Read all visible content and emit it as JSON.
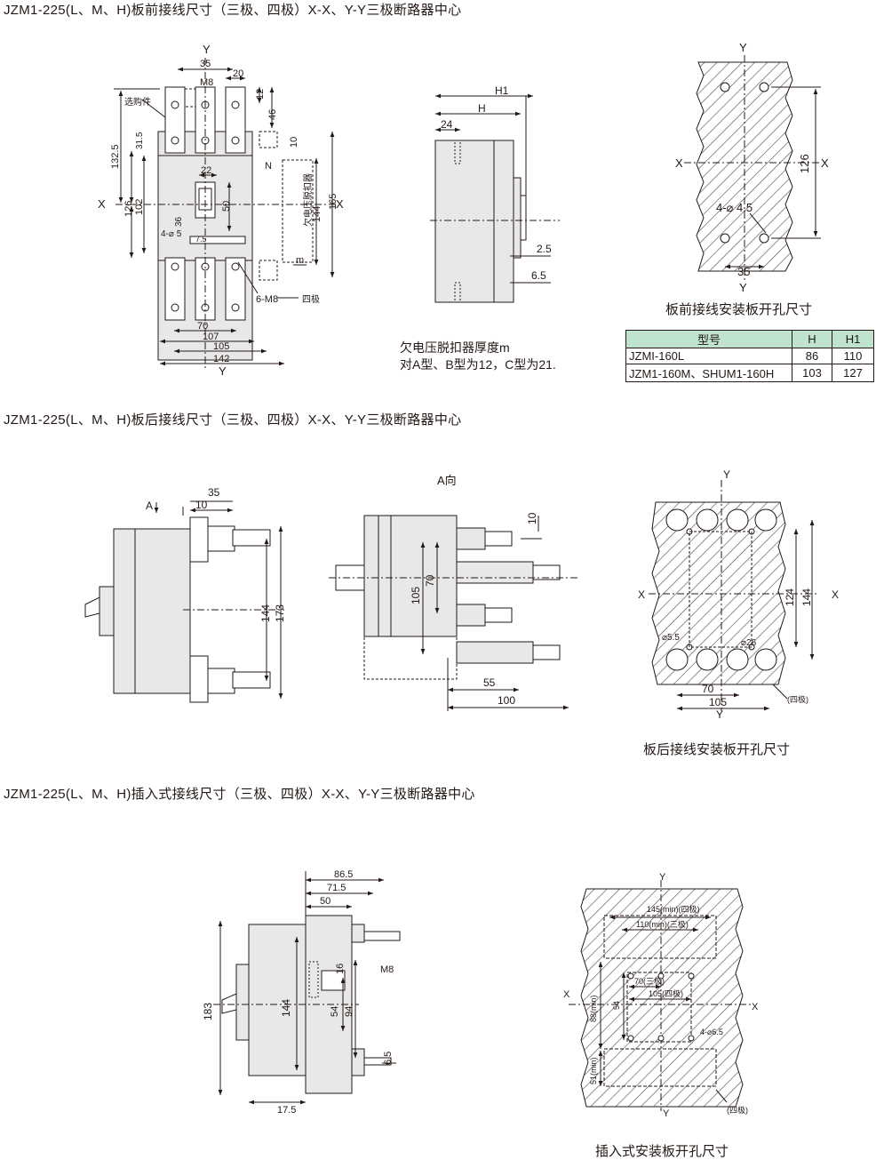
{
  "sections": [
    {
      "title": "JZM1-225(L、M、H)板前接线尺寸（三极、四极）X-X、Y-Y三极断路器中心"
    },
    {
      "title": "JZM1-225(L、M、H)板后接线尺寸（三极、四极）X-X、Y-Y三极断路器中心"
    },
    {
      "title": "JZM1-225(L、M、H)插入式接线尺寸（三极、四极）X-X、Y-Y三极断路器中心"
    }
  ],
  "captions": {
    "front_panel": "板前接线安装板开孔尺寸",
    "rear_panel": "板后接线安装板开孔尺寸",
    "plugin_panel": "插入式安装板开孔尺寸"
  },
  "note": {
    "line1": "欠电压脱扣器厚度m",
    "line2": "对A型、B型为12，C型为21."
  },
  "table": {
    "headers": [
      "型号",
      "H",
      "H1"
    ],
    "rows": [
      [
        "JZMI-160L",
        "86",
        "110"
      ],
      [
        "JZM1-160M、SHUM1-160H",
        "103",
        "127"
      ]
    ]
  },
  "labels": {
    "front": {
      "y": "Y",
      "x": "X",
      "n": "N",
      "d35": "35",
      "d20": "20",
      "m8": "M8",
      "d12": "12",
      "d46": "46",
      "d10": "10",
      "xuan": "选购件",
      "d1325": "132.5",
      "d315": "31.5",
      "d22": "22",
      "d50": "50",
      "d126": "126",
      "d102": "102",
      "d36": "36",
      "d4phi": "4-⌀ 5",
      "d75": "7.5",
      "d144": "144",
      "d165": "165",
      "d6m8": "6-M8",
      "siji": "四极",
      "m": "m",
      "qdy": "欠电压脱扣器",
      "d70": "70",
      "d107": "107",
      "d105": "105",
      "d142": "142"
    },
    "side": {
      "h1": "H1",
      "h": "H",
      "d24": "24",
      "d25": "2.5",
      "d65": "6.5"
    },
    "fpanel": {
      "y": "Y",
      "x": "X",
      "d126": "126",
      "d45": "4-⌀ 4.5",
      "d35": "35"
    },
    "rear": {
      "a": "A",
      "d35": "35",
      "d10": "10",
      "d144": "144",
      "d173": "173"
    },
    "aview": {
      "title": "A向",
      "d10": "10",
      "d70": "70",
      "d105": "105",
      "d55": "55",
      "d100": "100"
    },
    "rpanel": {
      "y": "Y",
      "x": "X",
      "d124": "124",
      "d144": "144",
      "d55": "⌀5.5",
      "d26": "⌀26",
      "d70": "70",
      "d105": "105",
      "siji": "(四极)"
    },
    "plug": {
      "d865": "86.5",
      "d715": "71.5",
      "d50": "50",
      "d183": "183",
      "d144": "144",
      "d16": "16",
      "m8": "M8",
      "d54": "54",
      "d94": "94",
      "d65": "6.5",
      "d175": "17.5"
    },
    "ppanel": {
      "y": "Y",
      "x": "X",
      "d145": "145(min)(四极)",
      "d110": "110(min)(三极)",
      "d70": "70(三极)",
      "d105": "105(四极)",
      "d54": "54",
      "d88": "88(min)",
      "d51": "51(min)",
      "d465": "4-⌀6.5",
      "siji": "(四极)"
    }
  },
  "colors": {
    "body": "#e8e8e8",
    "line": "#231815",
    "table_header": "#bfe3cc",
    "hatch": "#666666"
  }
}
